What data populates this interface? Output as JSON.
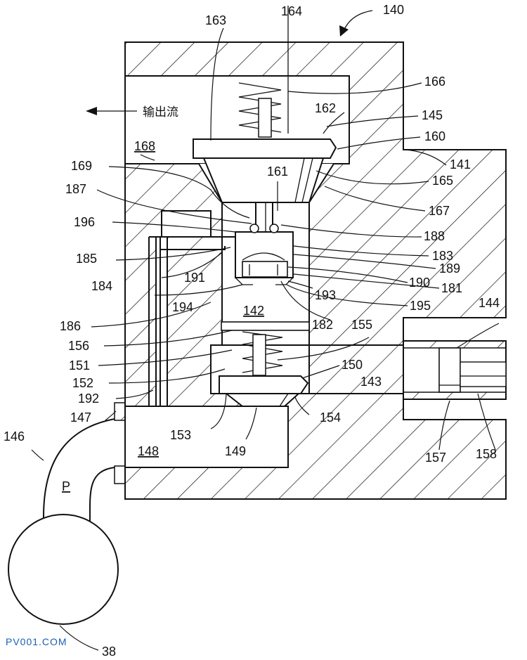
{
  "figure_number": "140",
  "flow_label": "输出流",
  "pressure_label": "P",
  "watermark": "PV001.COM",
  "reference_numerals": {
    "n163": "163",
    "n164": "164",
    "n166": "166",
    "n162": "162",
    "n145": "145",
    "n160": "160",
    "n141": "141",
    "n168": "168",
    "n169": "169",
    "n161": "161",
    "n165": "165",
    "n187": "187",
    "n167": "167",
    "n196": "196",
    "n188": "188",
    "n185": "185",
    "n183": "183",
    "n189": "189",
    "n191": "191",
    "n184": "184",
    "n190": "190",
    "n181": "181",
    "n193": "193",
    "n194": "194",
    "n195": "195",
    "n142": "142",
    "n144": "144",
    "n186": "186",
    "n182": "182",
    "n155": "155",
    "n156": "156",
    "n151": "151",
    "n150": "150",
    "n152": "152",
    "n143": "143",
    "n192": "192",
    "n147": "147",
    "n154": "154",
    "n153": "153",
    "n149": "149",
    "n146": "146",
    "n148": "148",
    "n157": "157",
    "n158": "158",
    "n38": "38"
  }
}
